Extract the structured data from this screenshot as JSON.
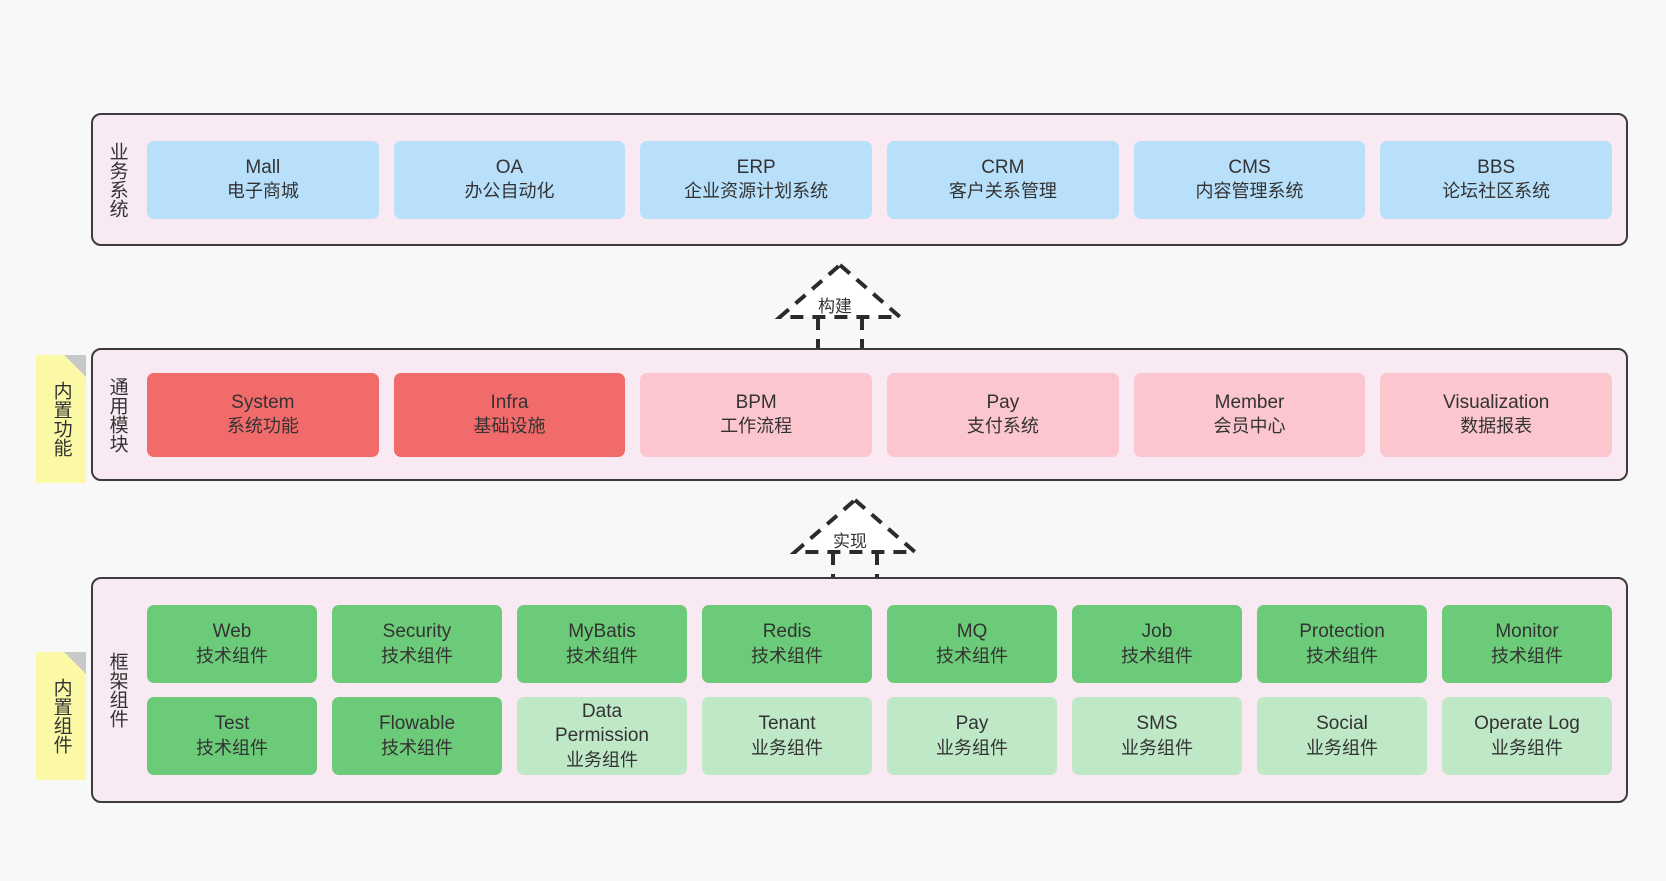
{
  "diagram": {
    "title": "",
    "colors": {
      "background": "#f8f8f8",
      "panel": "#f8e9f3",
      "panel_border": "#3c3c3c",
      "business_card": "#b8e0fb",
      "module_primary": "#f26b6b",
      "module_secondary": "#fbc6ce",
      "component_tech": "#6ccb79",
      "component_business": "#bfe8c7",
      "note": "#fbf9a6",
      "note_fold": "#c9c9c9"
    }
  },
  "layers": [
    {
      "id": "business-systems",
      "title": "业务系统",
      "note": null,
      "rows": [
        {
          "cards": [
            {
              "en": "Mall",
              "cn": "电子商城",
              "style": "blue"
            },
            {
              "en": "OA",
              "cn": "办公自动化",
              "style": "blue"
            },
            {
              "en": "ERP",
              "cn": "企业资源计划系统",
              "style": "blue"
            },
            {
              "en": "CRM",
              "cn": "客户关系管理",
              "style": "blue"
            },
            {
              "en": "CMS",
              "cn": "内容管理系统",
              "style": "blue"
            },
            {
              "en": "BBS",
              "cn": "论坛社区系统",
              "style": "blue"
            }
          ]
        }
      ]
    },
    {
      "id": "common-modules",
      "title": "通用模块",
      "note": "内置功能",
      "rows": [
        {
          "cards": [
            {
              "en": "System",
              "cn": "系统功能",
              "style": "red"
            },
            {
              "en": "Infra",
              "cn": "基础设施",
              "style": "red"
            },
            {
              "en": "BPM",
              "cn": "工作流程",
              "style": "pink"
            },
            {
              "en": "Pay",
              "cn": "支付系统",
              "style": "pink"
            },
            {
              "en": "Member",
              "cn": "会员中心",
              "style": "pink"
            },
            {
              "en": "Visualization",
              "cn": "数据报表",
              "style": "pink"
            }
          ]
        }
      ]
    },
    {
      "id": "framework-components",
      "title": "框架组件",
      "note": "内置组件",
      "rows": [
        {
          "cards": [
            {
              "en": "Web",
              "cn": "技术组件",
              "style": "green"
            },
            {
              "en": "Security",
              "cn": "技术组件",
              "style": "green"
            },
            {
              "en": "MyBatis",
              "cn": "技术组件",
              "style": "green"
            },
            {
              "en": "Redis",
              "cn": "技术组件",
              "style": "green"
            },
            {
              "en": "MQ",
              "cn": "技术组件",
              "style": "green"
            },
            {
              "en": "Job",
              "cn": "技术组件",
              "style": "green"
            },
            {
              "en": "Protection",
              "cn": "技术组件",
              "style": "green"
            },
            {
              "en": "Monitor",
              "cn": "技术组件",
              "style": "green"
            }
          ]
        },
        {
          "cards": [
            {
              "en": "Test",
              "cn": "技术组件",
              "style": "green"
            },
            {
              "en": "Flowable",
              "cn": "技术组件",
              "style": "green"
            },
            {
              "en": "Data Permission",
              "cn": "业务组件",
              "style": "green-light"
            },
            {
              "en": "Tenant",
              "cn": "业务组件",
              "style": "green-light"
            },
            {
              "en": "Pay",
              "cn": "业务组件",
              "style": "green-light"
            },
            {
              "en": "SMS",
              "cn": "业务组件",
              "style": "green-light"
            },
            {
              "en": "Social",
              "cn": "业务组件",
              "style": "green-light"
            },
            {
              "en": "Operate Log",
              "cn": "业务组件",
              "style": "green-light"
            }
          ]
        }
      ]
    }
  ],
  "connectors": [
    {
      "id": "build",
      "label": "构建",
      "from": "common-modules",
      "to": "business-systems"
    },
    {
      "id": "implement",
      "label": "实现",
      "from": "framework-components",
      "to": "common-modules"
    }
  ]
}
